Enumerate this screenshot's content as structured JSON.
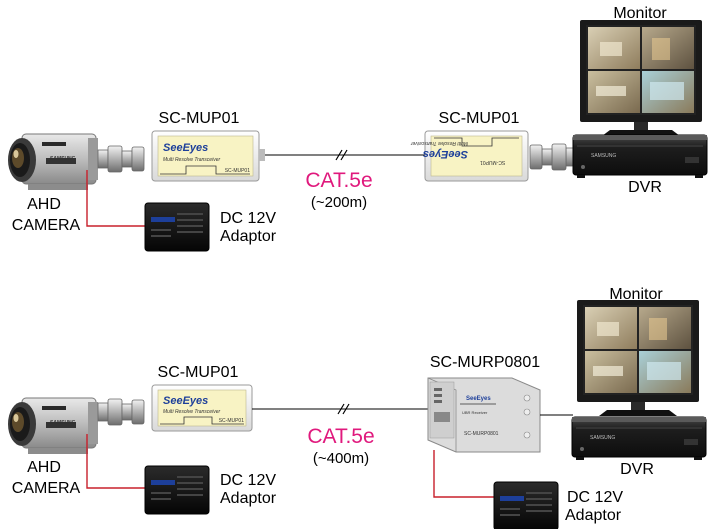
{
  "top": {
    "camera_label_1": "AHD",
    "camera_label_2": "CAMERA",
    "camera_brand": "SAMSUNG",
    "tx_label": "SC-MUP01",
    "tx_logo": "SeeEyes",
    "tx_sub": "Multi Resolve Transceiver",
    "tx_model": "SC-MUP01",
    "adaptor_label_1": "DC 12V",
    "adaptor_label_2": "Adaptor",
    "cable_label": "CAT.5e",
    "distance_label": "(~200m)",
    "rx_label": "SC-MUP01",
    "rx_logo": "SeeEyes",
    "rx_sub": "Multi Resolve Transceiver",
    "rx_model": "SC-MUP01",
    "monitor_label": "Monitor",
    "dvr_label": "DVR",
    "dvr_brand": "SAMSUNG"
  },
  "bottom": {
    "camera_label_1": "AHD",
    "camera_label_2": "CAMERA",
    "camera_brand": "SAMSUNG",
    "tx_label": "SC-MUP01",
    "tx_logo": "SeeEyes",
    "tx_sub": "Multi Resolve Transceiver",
    "tx_model": "SC-MUP01",
    "adaptor_label_1": "DC 12V",
    "adaptor_label_2": "Adaptor",
    "cable_label": "CAT.5e",
    "distance_label": "(~400m)",
    "rx_label": "SC-MURP0801",
    "rx_logo": "SeeEyes",
    "rx_sub": "UBR Receiver",
    "rx_model": "SC-MURP0801",
    "adaptor2_label_1": "DC 12V",
    "adaptor2_label_2": "Adaptor",
    "monitor_label": "Monitor",
    "dvr_label": "DVR",
    "dvr_brand": "SAMSUNG"
  },
  "colors": {
    "cable_text": "#e0197d",
    "power_wire": "#c8202c",
    "device_yellow": "#f8f3c4",
    "logo_blue": "#1d3f9a"
  }
}
